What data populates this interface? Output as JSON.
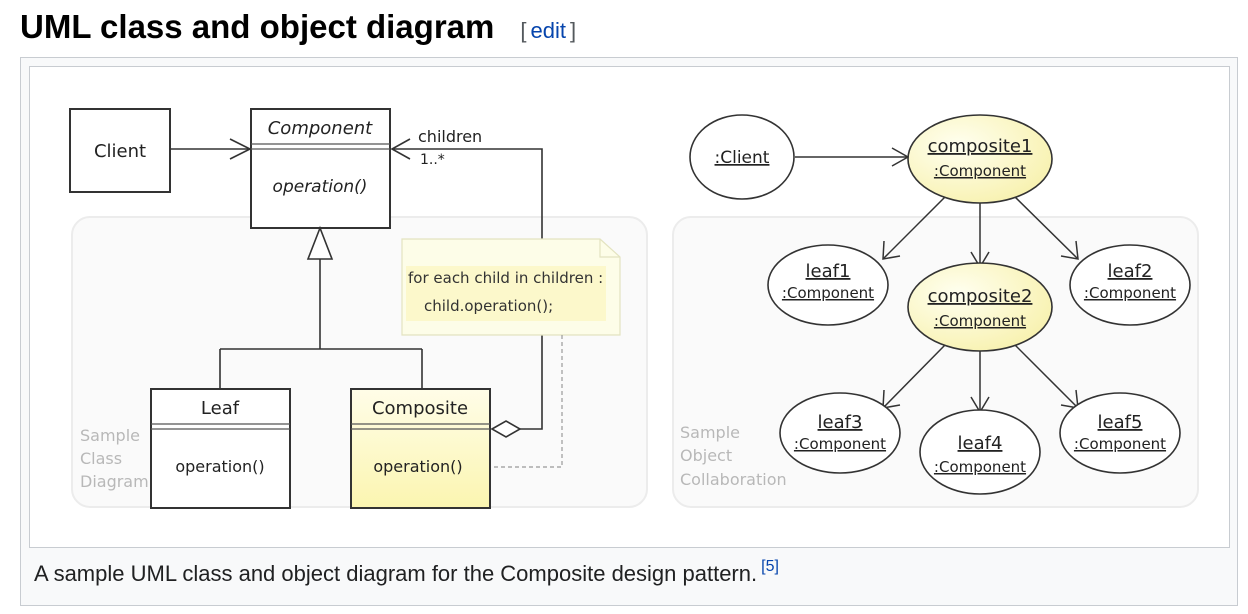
{
  "heading": {
    "title": "UML class and object diagram",
    "edit_open": "[",
    "edit_label": "edit",
    "edit_close": "]"
  },
  "diagram": {
    "class_diagram": {
      "client": "Client",
      "component_name": "Component",
      "component_op": "operation()",
      "leaf_name": "Leaf",
      "leaf_op": "operation()",
      "composite_name": "Composite",
      "composite_op": "operation()",
      "children_label": "children",
      "multiplicity": "1..*",
      "note_line1": "for each child in children :",
      "note_line2": "child.operation();",
      "watermark_1": "Sample",
      "watermark_2": "Class",
      "watermark_3": "Diagram"
    },
    "object_diagram": {
      "client": ":Client",
      "composite1_name": "composite1",
      "composite1_type": ":Component",
      "leaf1_name": "leaf1",
      "leaf1_type": ":Component",
      "leaf2_name": "leaf2",
      "leaf2_type": ":Component",
      "composite2_name": "composite2",
      "composite2_type": ":Component",
      "leaf3_name": "leaf3",
      "leaf3_type": ":Component",
      "leaf4_name": "leaf4",
      "leaf4_type": ":Component",
      "leaf5_name": "leaf5",
      "leaf5_type": ":Component",
      "watermark_1": "Sample",
      "watermark_2": "Object",
      "watermark_3": "Collaboration"
    },
    "colors": {
      "stroke": "#333333",
      "composite_fill": "#fffbd0",
      "note_fill": "#fbf7c6",
      "watermark": "#b8b8b8"
    }
  },
  "caption": {
    "text": "A sample UML class and object diagram for the Composite design pattern.",
    "ref": "[5]"
  }
}
